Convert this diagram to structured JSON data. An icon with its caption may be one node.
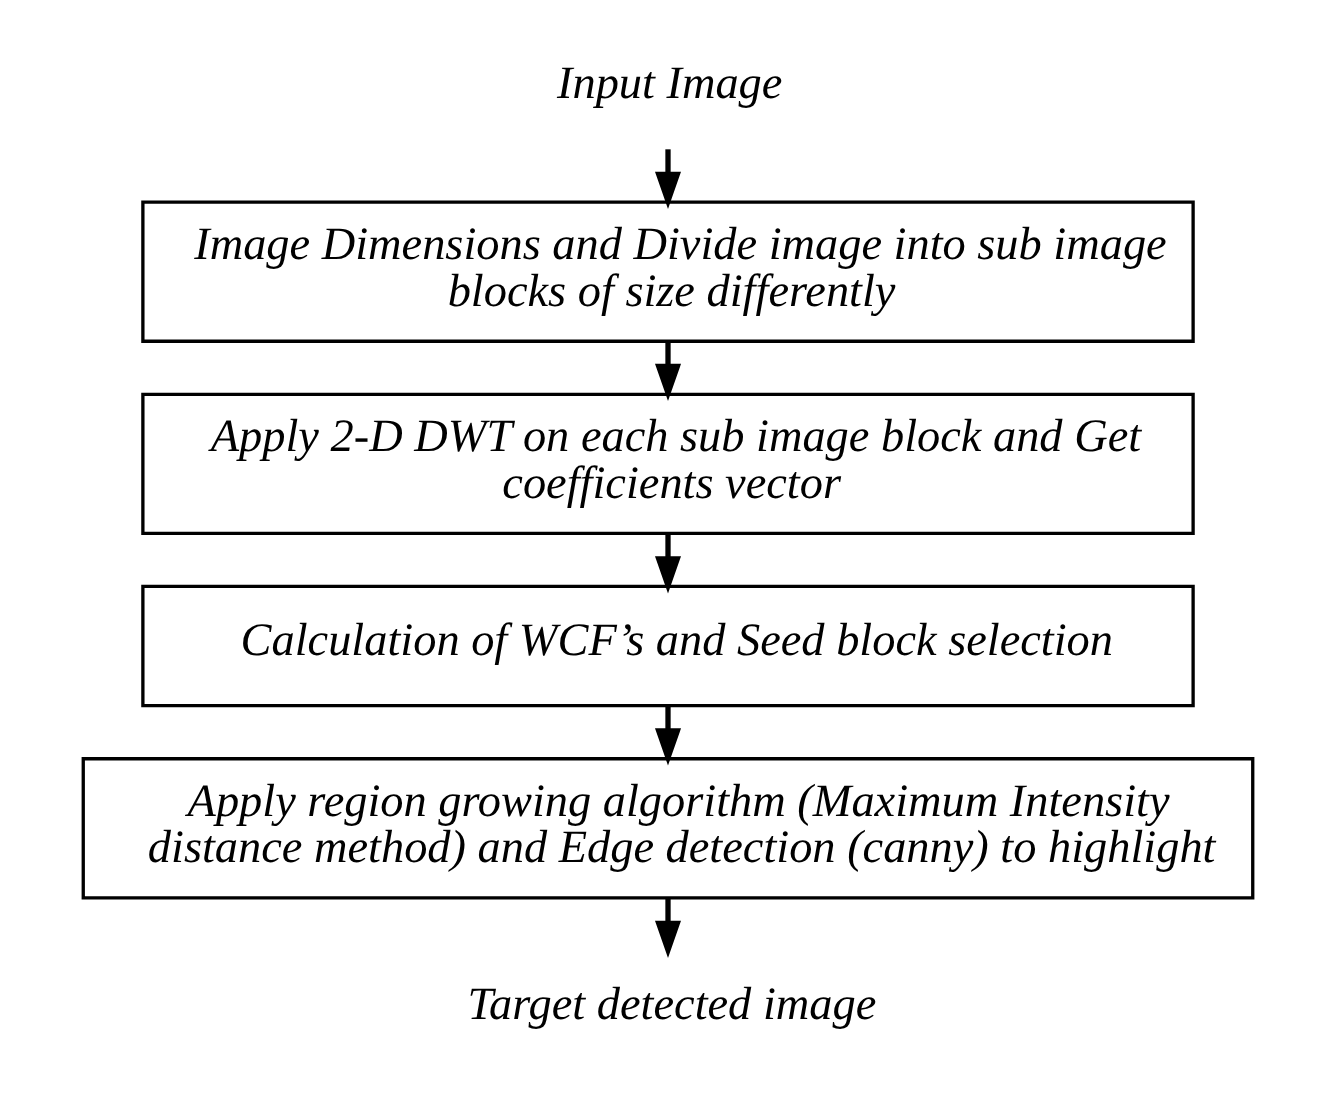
{
  "diagram": {
    "nodes": [
      {
        "text": [
          "Input Image"
        ]
      },
      {
        "text": [
          "Image Dimensions and Divide image into sub image blocks of size differently"
        ]
      },
      {
        "text": [
          "Apply 2-D DWT on each sub image block and Get coefficients vector"
        ]
      },
      {
        "text": [
          "Calculation of WCF’s and Seed block selection"
        ]
      },
      {
        "text": [
          "Apply region growing algorithm (Maximum Intensity distance method) and Edge detection (canny) to highlight"
        ]
      },
      {
        "text": [
          "Target detected image"
        ]
      }
    ],
    "edges": [
      {
        "from": 0,
        "to": 1,
        "arrow": "to"
      },
      {
        "from": 1,
        "to": 2,
        "arrow": "to"
      },
      {
        "from": 2,
        "to": 3,
        "arrow": "to"
      },
      {
        "from": 3,
        "to": 4,
        "arrow": "to"
      },
      {
        "from": 4,
        "to": 5,
        "arrow": "to"
      }
    ]
  }
}
